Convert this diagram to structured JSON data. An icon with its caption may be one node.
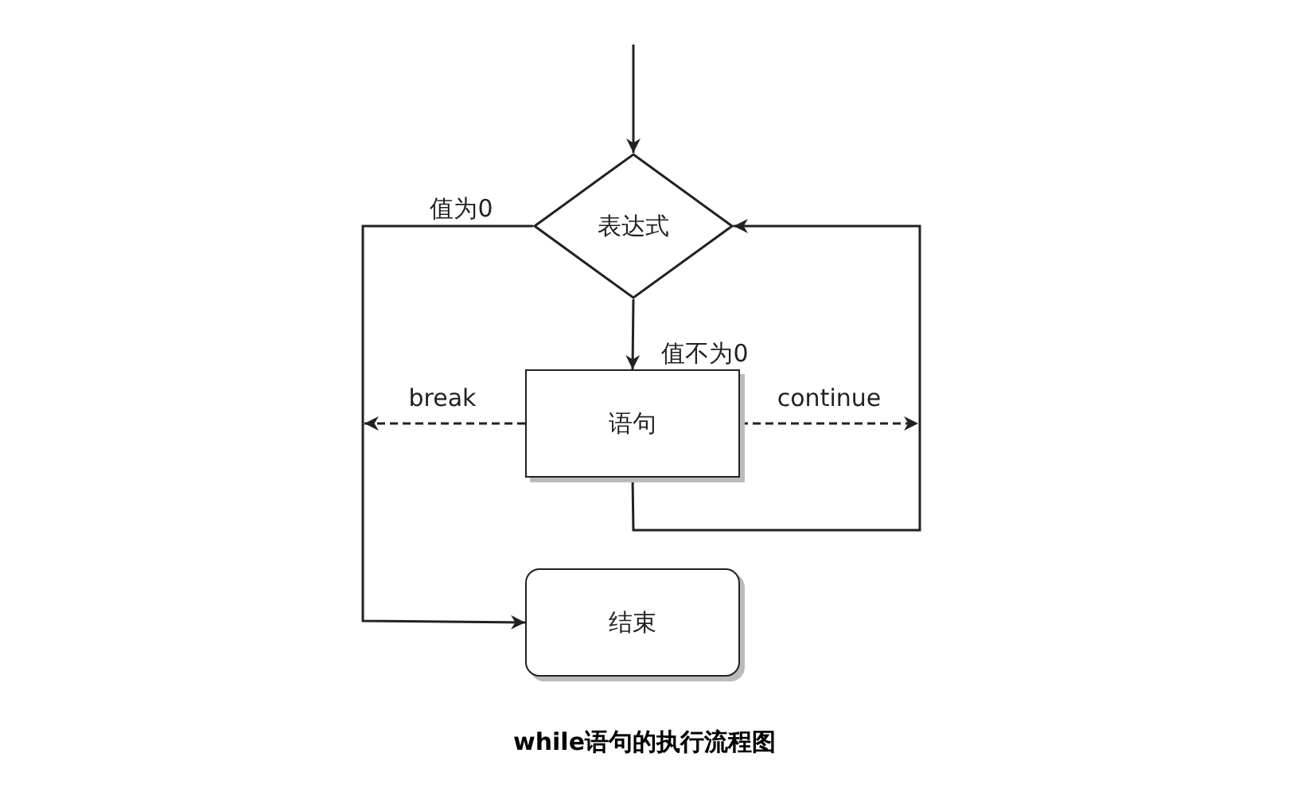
{
  "diagram": {
    "caption": "while语句的执行流程图",
    "nodes": [
      {
        "text": [
          "表达式"
        ]
      },
      {
        "text": [
          "语句"
        ]
      },
      {
        "text": [
          "结束"
        ]
      }
    ],
    "edges": [
      {
        "from": null,
        "to": 0,
        "arrow": "to"
      },
      {
        "from": 0,
        "to": 2,
        "arrow": "to",
        "label": "值为0"
      },
      {
        "from": 0,
        "to": 1,
        "arrow": "to",
        "label": "值不为0"
      },
      {
        "from": 1,
        "to": 0,
        "arrow": "to"
      },
      {
        "from": 1,
        "to": null,
        "arrow": "to",
        "label": "break",
        "style": "dashed"
      },
      {
        "from": 1,
        "to": null,
        "arrow": "to",
        "label": "continue",
        "style": "dashed"
      }
    ]
  }
}
